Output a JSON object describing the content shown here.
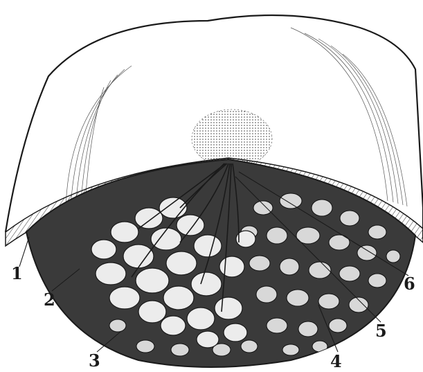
{
  "figure": {
    "callouts": [
      "1",
      "2",
      "3",
      "4",
      "5",
      "6"
    ]
  },
  "colors": {
    "ink": "#1a1a1a",
    "paper": "#ffffff",
    "lobule_fill": "#ececec",
    "fat_dark": "#2b2b2b"
  },
  "icons": {
    "nipple": "nipple-illustration",
    "gland": "mammary-gland-lobules-illustration"
  }
}
